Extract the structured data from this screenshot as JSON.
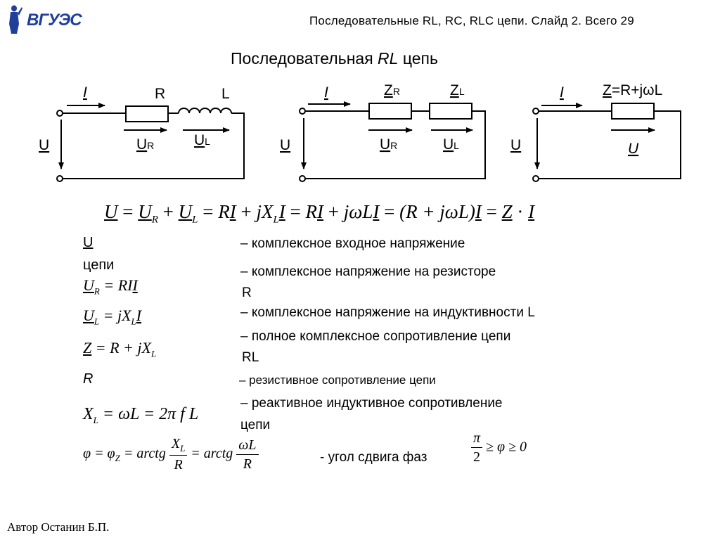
{
  "header": {
    "text": "Последовательные  RL, RC, RLC  цепи. Слайд  2. Всего 29"
  },
  "logo": {
    "text": "ВГУЭС",
    "color": "#1f3f9a"
  },
  "title": {
    "prefix": "Последовательная ",
    "emph": "RL",
    "suffix": " цепь"
  },
  "circuits": {
    "c1": {
      "current": "I",
      "r": "R",
      "l": "L",
      "u": "U",
      "ur": "U",
      "ur_sub": "R",
      "ul": "U",
      "ul_sub": "L"
    },
    "c2": {
      "current": "I",
      "zr": "Z",
      "zr_sub": "R",
      "zl": "Z",
      "zl_sub": "L",
      "u": "U",
      "ur": "U",
      "ur_sub": "R",
      "ul": "U",
      "ul_sub": "L"
    },
    "c3": {
      "current": "I",
      "z": "Z",
      "z_rest": "=R+jωL",
      "u": "U",
      "uz": "U"
    }
  },
  "main_formula": {
    "U": "U",
    "eq": " = ",
    "UR": "U",
    "R": "R",
    "plus": " + ",
    "UL": "U",
    "L": "L",
    "RI_r": "R",
    "I": "I",
    "jX": "jX",
    "rest_jw": "jωL",
    "paren": "(R + jωL)",
    "Z": "Z",
    "dot": " · "
  },
  "rows": [
    {
      "label": "U",
      "label2": "цепи",
      "desc": "–  комплексное  входное  напряжение"
    },
    {
      "desc": "– комплексное напряжение на резисторе",
      "desc2": "R"
    },
    {
      "desc": "– комплексное напряжение на индуктивности L"
    },
    {
      "desc": "– полное комплексное сопротивление цепи",
      "desc2": "RL"
    },
    {
      "label": "R",
      "desc": "– резистивное сопротивление цепи"
    },
    {
      "desc": "– реактивное индуктивное сопротивление",
      "desc2": "цепи"
    }
  ],
  "formulas": {
    "f1": {
      "U": "U",
      "sub": "R",
      "rhs": " = RI"
    },
    "f2": {
      "U": "U",
      "sub": "L",
      "rhs": " = jX",
      "rhs_sub": "L"
    },
    "f3": {
      "Z": "Z",
      "rhs": " = R + jX",
      "rhs_sub": "L"
    },
    "f4": {
      "X": "X",
      "sub": "L",
      "rhs": " = ωL = 2π f L"
    },
    "f5": {
      "lhs": "φ = φ",
      "lhs_sub": "Z",
      "mid": " = arctg ",
      "num1": "X",
      "num1_sub": "L",
      "den1": "R",
      "mid2": " = arctg ",
      "num2": "ωL",
      "den2": "R"
    },
    "phase_text": "- угол сдвига фаз",
    "ineq": {
      "num": "π",
      "den": "2",
      "rest": " ≥ φ ≥ 0"
    }
  },
  "author": "Автор Останин Б.П."
}
